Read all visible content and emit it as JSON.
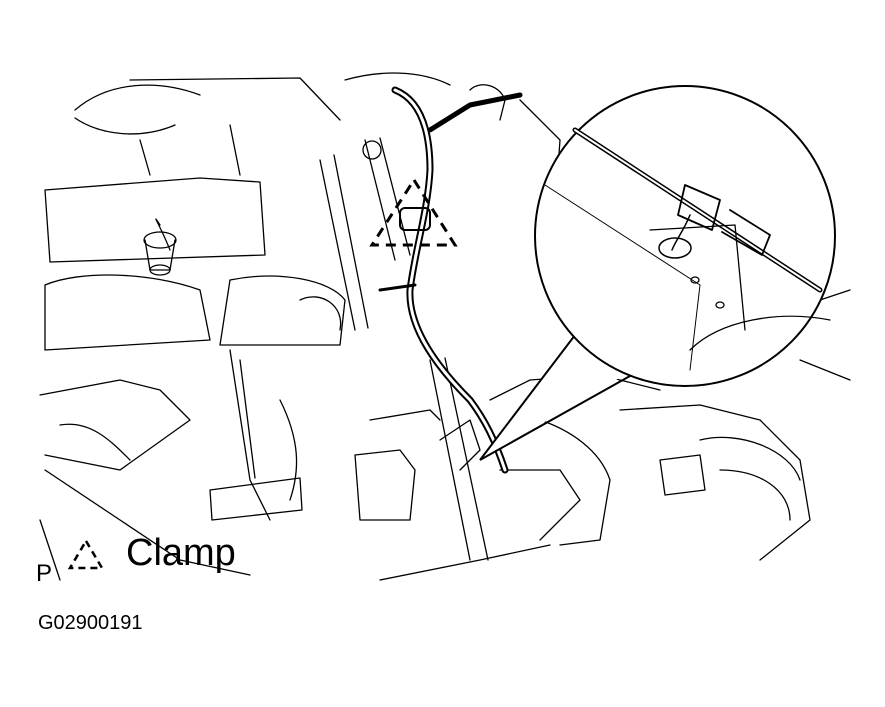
{
  "legend": {
    "prefix": "P",
    "symbol": "dashed-triangle-clamp-symbol",
    "label": "Clamp"
  },
  "figure_id": "G02900191",
  "colors": {
    "line": "#000000",
    "background": "#ffffff"
  }
}
